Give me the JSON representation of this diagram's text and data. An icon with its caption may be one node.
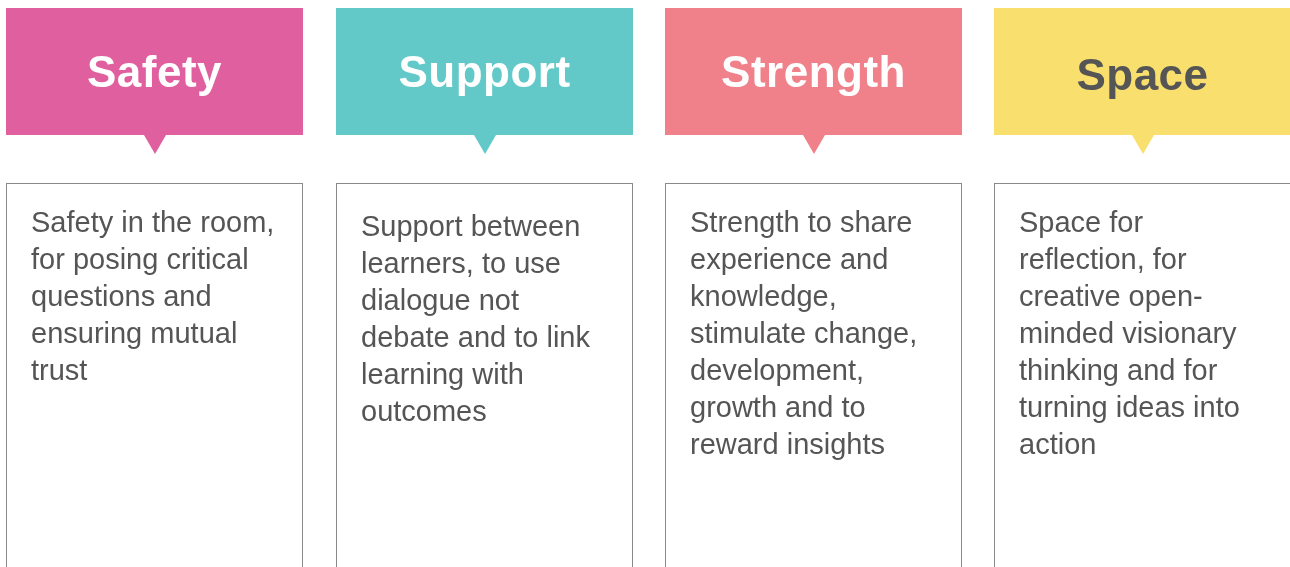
{
  "diagram": {
    "nodes": [
      {
        "text": [
          "Safety"
        ]
      },
      {
        "text": [
          "Support"
        ]
      },
      {
        "text": [
          "Strength"
        ]
      },
      {
        "text": [
          "Space"
        ]
      },
      {
        "text": [
          "Safety in the room, for posing critical questions and ensuring mutual trust"
        ]
      },
      {
        "text": [
          "Support between learners, to use dialogue not debate and to link learning with outcomes"
        ]
      },
      {
        "text": [
          "Strength to share experience and knowledge, stimulate change, development, growth and to reward insights"
        ]
      },
      {
        "text": [
          "Space for reflection, for creative open-minded visionary thinking and for turning ideas into action"
        ]
      }
    ]
  }
}
